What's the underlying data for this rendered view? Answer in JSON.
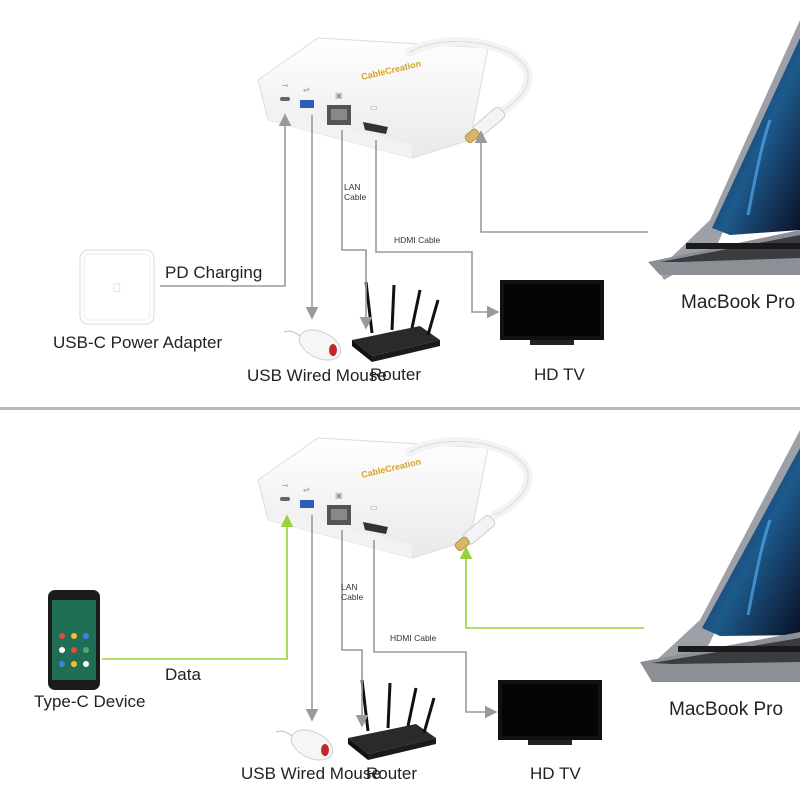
{
  "colors": {
    "arrow_gray": "#9a9a9a",
    "arrow_green": "#9ad13b",
    "brand_gold": "#d6a222",
    "divider": "#b9b9b9"
  },
  "top": {
    "brand": "CableCreation",
    "adapter_label": "USB-C Power Adapter",
    "charging_label": "PD Charging",
    "mouse_label": "USB Wired Mouse",
    "router_label": "Router",
    "tv_label": "HD TV",
    "laptop_label": "MacBook Pro",
    "lan_label_line1": "LAN",
    "lan_label_line2": "Cable",
    "hdmi_label": "HDMI Cable"
  },
  "bottom": {
    "brand": "CableCreation",
    "device_label": "Type-C Device",
    "data_label": "Data",
    "mouse_label": "USB Wired Mouse",
    "router_label": "Router",
    "tv_label": "HD TV",
    "laptop_label": "MacBook Pro",
    "lan_label_line1": "LAN",
    "lan_label_line2": "Cable",
    "hdmi_label": "HDMI Cable"
  }
}
